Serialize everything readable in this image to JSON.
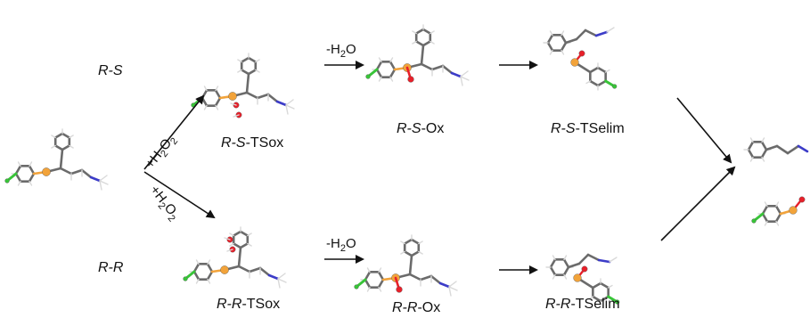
{
  "diagram": {
    "rows": {
      "top": "R-S",
      "bottom": "R-R"
    },
    "labels": {
      "rs_tsox": {
        "italic": "R-S",
        "plain": "-TSox"
      },
      "rs_ox": {
        "italic": "R-S",
        "plain": "-Ox"
      },
      "rs_tselim": {
        "italic": "R-S",
        "plain": "-TSelim"
      },
      "rr_tsox": {
        "italic": "R-R",
        "plain": "-TSox"
      },
      "rr_ox": {
        "italic": "R-R",
        "plain": "-Ox"
      },
      "rr_tselim": {
        "italic": "R-R",
        "plain": "-TSelim"
      }
    },
    "conditions": {
      "minus_water": {
        "prefix": "-H",
        "sub": "2",
        "suffix": "O"
      },
      "plus_peroxide": {
        "prefix": "+H",
        "sub1": "2",
        "mid": "O",
        "sub2": "2"
      }
    },
    "colors": {
      "carbon": "#6b6b6b",
      "hydrogen": "#d9d9d9",
      "sulfur": "#f2a33a",
      "oxygen": "#e8202a",
      "nitrogen": "#3c3cc8",
      "chlorine": "#38c438",
      "arrow": "#111111"
    }
  }
}
